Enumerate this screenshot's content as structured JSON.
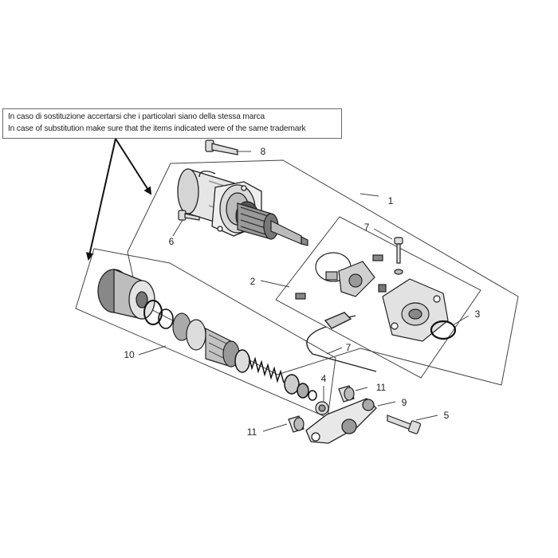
{
  "note": {
    "line_it": "In caso di sostituzione accertarsi che i particolari siano della stessa marca",
    "line_en": "In case of substitution make sure that the items indicated were of the same trademark"
  },
  "callouts": {
    "c1": "1",
    "c2": "2",
    "c3": "3",
    "c4": "4",
    "c5": "5",
    "c6": "6",
    "c7a": "7",
    "c7b": "7",
    "c8": "8",
    "c9": "9",
    "c10": "10",
    "c11a": "11",
    "c11b": "11"
  }
}
